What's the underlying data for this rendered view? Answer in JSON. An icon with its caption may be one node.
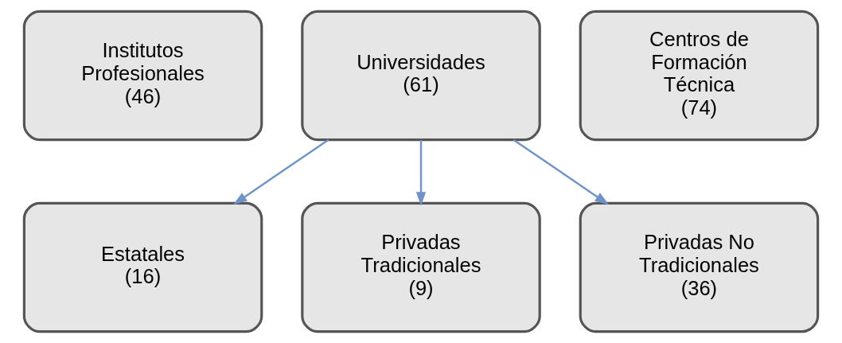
{
  "diagram": {
    "nodes": [
      {
        "text": [
          "Institutos Profesionales",
          "(46)"
        ]
      },
      {
        "text": [
          "Universidades",
          "(61)"
        ]
      },
      {
        "text": [
          "Centros de Formación Técnica",
          "(74)"
        ]
      },
      {
        "text": [
          "Estatales",
          "(16)"
        ]
      },
      {
        "text": [
          "Privadas Tradicionales",
          "(9)"
        ]
      },
      {
        "text": [
          "Privadas No Tradicionales",
          "(36)"
        ]
      }
    ],
    "edges": [
      {
        "from": 1,
        "to": 3,
        "arrow": "to"
      },
      {
        "from": 1,
        "to": 4,
        "arrow": "to"
      },
      {
        "from": 1,
        "to": 5,
        "arrow": "to"
      }
    ]
  }
}
